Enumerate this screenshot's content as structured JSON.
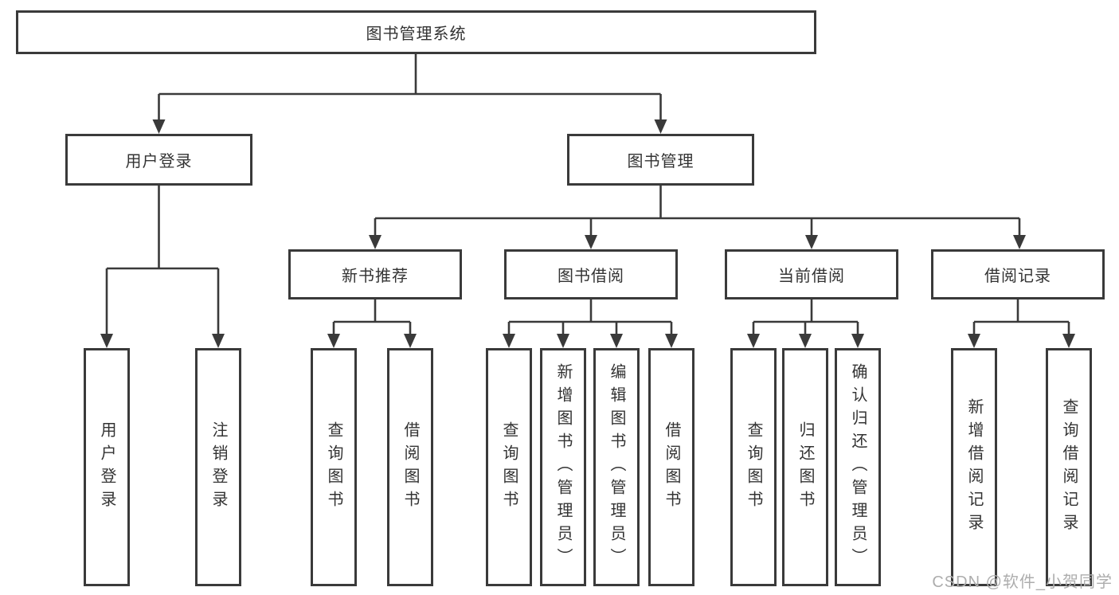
{
  "tree": {
    "root": {
      "label": "图书管理系统",
      "children": [
        {
          "label": "用户登录",
          "children": [
            {
              "label": "用户登录"
            },
            {
              "label": "注销登录"
            }
          ]
        },
        {
          "label": "图书管理",
          "children": [
            {
              "label": "新书推荐",
              "children": [
                {
                  "label": "查询图书"
                },
                {
                  "label": "借阅图书"
                }
              ]
            },
            {
              "label": "图书借阅",
              "children": [
                {
                  "label": "查询图书"
                },
                {
                  "label": "新增图书（管理员）"
                },
                {
                  "label": "编辑图书（管理员）"
                },
                {
                  "label": "借阅图书"
                }
              ]
            },
            {
              "label": "当前借阅",
              "children": [
                {
                  "label": "查询图书"
                },
                {
                  "label": "归还图书"
                },
                {
                  "label": "确认归还（管理员）"
                }
              ]
            },
            {
              "label": "借阅记录",
              "children": [
                {
                  "label": "新增借阅记录"
                },
                {
                  "label": "查询借阅记录"
                }
              ]
            }
          ]
        }
      ]
    }
  },
  "watermark": {
    "text": "CSDN @软件_小贺同学"
  },
  "colors": {
    "line": "#3a3a3a",
    "text": "#333333",
    "watermark": "#adadad",
    "bg": "#ffffff"
  }
}
